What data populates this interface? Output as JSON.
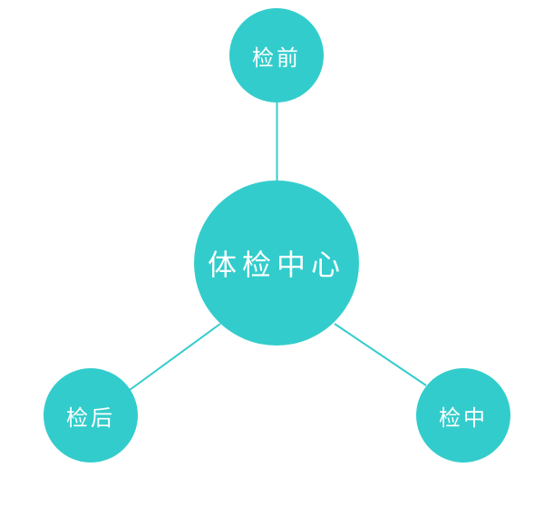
{
  "diagram": {
    "center": "体检中心",
    "nodes": [
      "检前",
      "检中",
      "检后"
    ],
    "color": "#33cccc"
  }
}
